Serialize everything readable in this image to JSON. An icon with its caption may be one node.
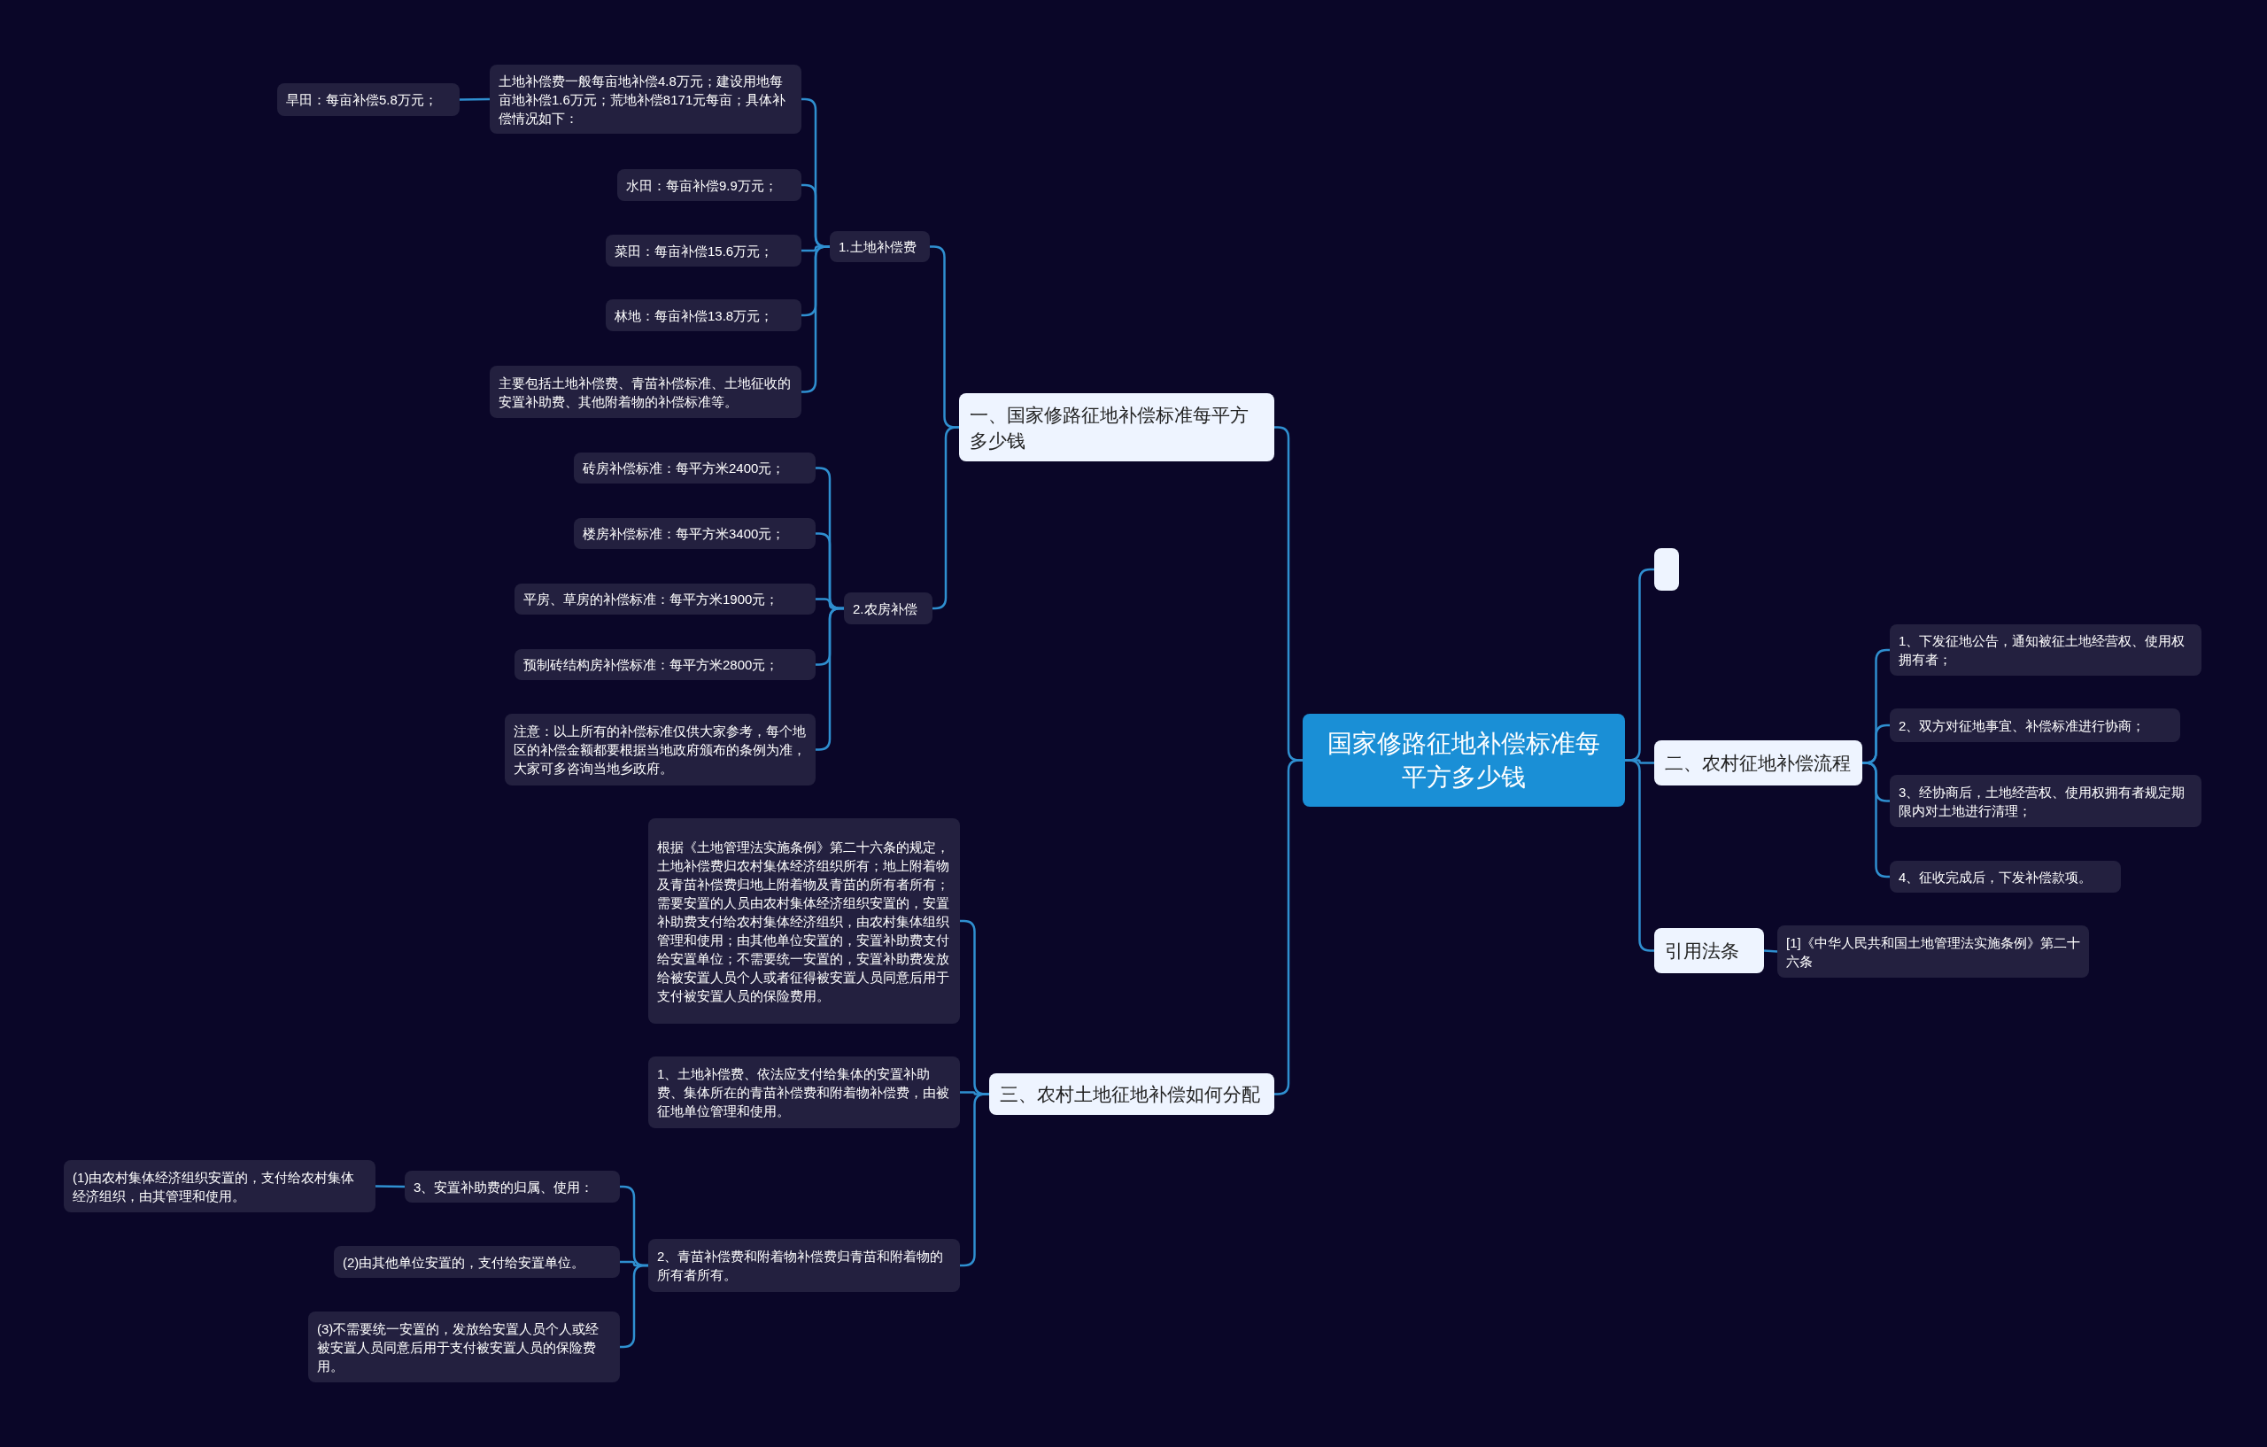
{
  "diagram": {
    "nodes": [
      {
        "text": [
          "国家修路征地补偿标准每平方多少钱"
        ]
      },
      {
        "text": [
          "一、国家修路征地补偿标准每平方多少钱"
        ]
      },
      {
        "text": [
          "1.土地补偿费"
        ]
      },
      {
        "text": [
          "土地补偿费一般每亩地补偿4.8万元；建设用地每亩地补偿1.6万元；荒地补偿8171元每亩；具体补偿情况如下："
        ]
      },
      {
        "text": [
          "旱田：每亩补偿5.8万元；"
        ]
      },
      {
        "text": [
          "水田：每亩补偿9.9万元；"
        ]
      },
      {
        "text": [
          "菜田：每亩补偿15.6万元；"
        ]
      },
      {
        "text": [
          "林地：每亩补偿13.8万元；"
        ]
      },
      {
        "text": [
          "主要包括土地补偿费、青苗补偿标准、土地征收的安置补助费、其他附着物的补偿标准等。"
        ]
      },
      {
        "text": [
          "2.农房补偿"
        ]
      },
      {
        "text": [
          "砖房补偿标准：每平方米2400元；"
        ]
      },
      {
        "text": [
          "楼房补偿标准：每平方米3400元；"
        ]
      },
      {
        "text": [
          "平房、草房的补偿标准：每平方米1900元；"
        ]
      },
      {
        "text": [
          "预制砖结构房补偿标准：每平方米2800元；"
        ]
      },
      {
        "text": [
          "注意：以上所有的补偿标准仅供大家参考，每个地区的补偿金额都要根据当地政府颁布的条例为准，大家可多咨询当地乡政府。"
        ]
      },
      {
        "text": [
          "三、农村土地征地补偿如何分配"
        ]
      },
      {
        "text": [
          "根据《土地管理法实施条例》第二十六条的规定，土地补偿费归农村集体经济组织所有；地上附着物及青苗补偿费归地上附着物及青苗的所有者所有；需要安置的人员由农村集体经济组织安置的，安置补助费支付给农村集体经济组织，由农村集体组织管理和使用；由其他单位安置的，安置补助费支付给安置单位；不需要统一安置的，安置补助费发放给被安置人员个人或者征得被安置人员同意后用于支付被安置人员的保险费用。"
        ]
      },
      {
        "text": [
          "1、土地补偿费、依法应支付给集体的安置补助费、集体所在的青苗补偿费和附着物补偿费，由被征地单位管理和使用。"
        ]
      },
      {
        "text": [
          "2、青苗补偿费和附着物补偿费归青苗和附着物的所有者所有。"
        ]
      },
      {
        "text": [
          "3、安置补助费的归属、使用："
        ]
      },
      {
        "text": [
          "(1)由农村集体经济组织安置的，支付给农村集体经济组织，由其管理和使用。"
        ]
      },
      {
        "text": [
          "(2)由其他单位安置的，支付给安置单位。"
        ]
      },
      {
        "text": [
          "(3)不需要统一安置的，发放给安置人员个人或经被安置人员同意后用于支付被安置人员的保险费用。"
        ]
      },
      {
        "text": [],
        "shape": "box"
      },
      {
        "text": [
          "二、农村征地补偿流程"
        ]
      },
      {
        "text": [
          "1、下发征地公告，通知被征土地经营权、使用权拥有者；"
        ]
      },
      {
        "text": [
          "2、双方对征地事宜、补偿标准进行协商；"
        ]
      },
      {
        "text": [
          "3、经协商后，土地经营权、使用权拥有者规定期限内对土地进行清理；"
        ]
      },
      {
        "text": [
          "4、征收完成后，下发补偿款项。"
        ]
      },
      {
        "text": [
          "引用法条"
        ]
      },
      {
        "text": [
          "[1]《中华人民共和国土地管理法实施条例》第二十六条"
        ]
      }
    ],
    "edges": [
      {
        "from": 0,
        "to": 1,
        "arrow": "none"
      },
      {
        "from": 0,
        "to": 15,
        "arrow": "none"
      },
      {
        "from": 0,
        "to": 23,
        "arrow": "none"
      },
      {
        "from": 0,
        "to": 24,
        "arrow": "none"
      },
      {
        "from": 0,
        "to": 29,
        "arrow": "none"
      },
      {
        "from": 1,
        "to": 2,
        "arrow": "none"
      },
      {
        "from": 1,
        "to": 9,
        "arrow": "none"
      },
      {
        "from": 2,
        "to": 3,
        "arrow": "none"
      },
      {
        "from": 2,
        "to": 5,
        "arrow": "none"
      },
      {
        "from": 2,
        "to": 6,
        "arrow": "none"
      },
      {
        "from": 2,
        "to": 7,
        "arrow": "none"
      },
      {
        "from": 2,
        "to": 8,
        "arrow": "none"
      },
      {
        "from": 3,
        "to": 4,
        "arrow": "none"
      },
      {
        "from": 9,
        "to": 10,
        "arrow": "none"
      },
      {
        "from": 9,
        "to": 11,
        "arrow": "none"
      },
      {
        "from": 9,
        "to": 12,
        "arrow": "none"
      },
      {
        "from": 9,
        "to": 13,
        "arrow": "none"
      },
      {
        "from": 9,
        "to": 14,
        "arrow": "none"
      },
      {
        "from": 15,
        "to": 16,
        "arrow": "none"
      },
      {
        "from": 15,
        "to": 17,
        "arrow": "none"
      },
      {
        "from": 15,
        "to": 18,
        "arrow": "none"
      },
      {
        "from": 18,
        "to": 19,
        "arrow": "none"
      },
      {
        "from": 18,
        "to": 21,
        "arrow": "none"
      },
      {
        "from": 18,
        "to": 22,
        "arrow": "none"
      },
      {
        "from": 19,
        "to": 20,
        "arrow": "none"
      },
      {
        "from": 24,
        "to": 25,
        "arrow": "none"
      },
      {
        "from": 24,
        "to": 26,
        "arrow": "none"
      },
      {
        "from": 24,
        "to": 27,
        "arrow": "none"
      },
      {
        "from": 24,
        "to": 28,
        "arrow": "none"
      },
      {
        "from": 29,
        "to": 30,
        "arrow": "none"
      }
    ]
  }
}
